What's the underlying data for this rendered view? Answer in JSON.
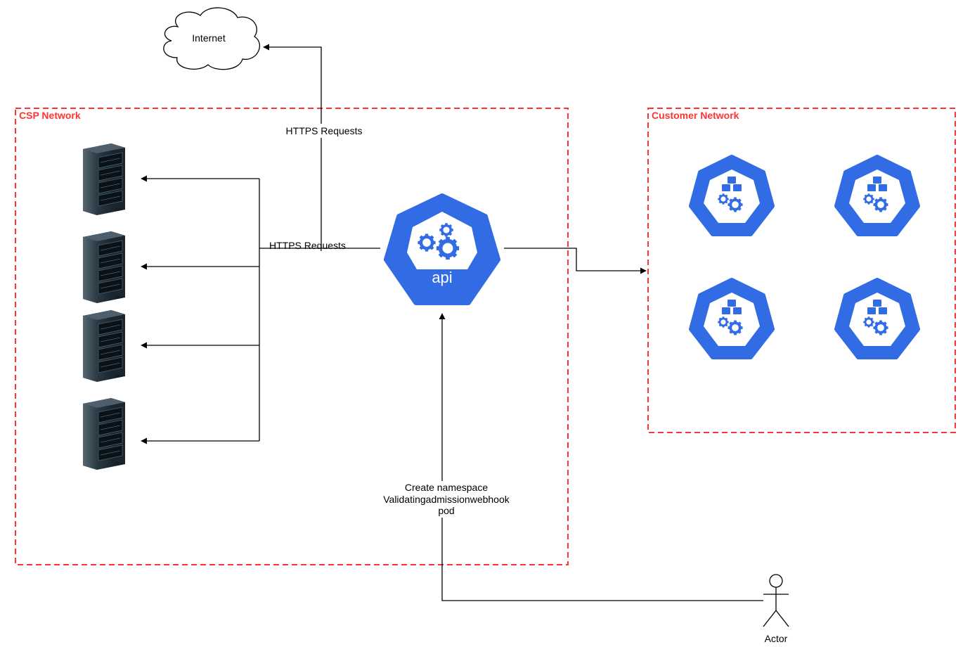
{
  "zones": {
    "csp": "CSP Network",
    "customer": "Customer Network"
  },
  "nodes": {
    "internet": "Internet",
    "api": "api",
    "actor": "Actor"
  },
  "edges": {
    "internet_request": "HTTPS Requests",
    "server_requests": "HTTPS Requests",
    "actor_line1": "Create namespace",
    "actor_line2": "Validatingadmissionwebhook",
    "actor_line3": "pod"
  },
  "colors": {
    "zone_border": "#ff3333",
    "k8s_blue": "#326ce5",
    "edge": "#000000"
  },
  "icons": {
    "server": "server-rack-icon",
    "cloud": "cloud-icon",
    "api": "kubernetes-api-icon",
    "node": "kubernetes-node-icon",
    "actor": "actor-icon"
  }
}
